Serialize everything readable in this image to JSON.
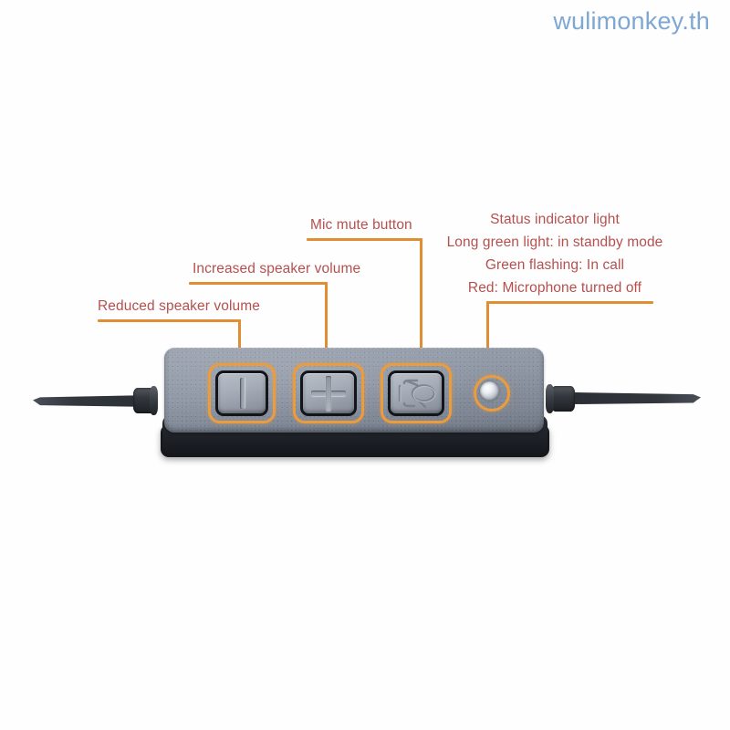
{
  "watermark": {
    "text": "wulimonkey.th",
    "color": "#7ea7d4"
  },
  "colors": {
    "annotation_text": "#b5504e",
    "leader_line": "#e08d33",
    "highlight_ring": "#eb9c3c",
    "module_face": "#8e96a4",
    "module_body_dark": "#22262c",
    "background": "#ffffff"
  },
  "annotations": [
    {
      "id": "reduced-speaker-volume",
      "label": "Reduced speaker volume",
      "target": "volume-down-button"
    },
    {
      "id": "increased-speaker-volume",
      "label": "Increased speaker volume",
      "target": "volume-up-button"
    },
    {
      "id": "mic-mute-button",
      "label": "Mic mute button",
      "target": "mic-mute-button"
    }
  ],
  "status_indicator": {
    "title": "Status indicator light",
    "lines": [
      "Long green light: in standby mode",
      "Green flashing: In call",
      "Red: Microphone turned off"
    ],
    "target": "status-led"
  },
  "device": {
    "name": "Headset inline control module",
    "buttons": [
      {
        "id": "volume-down-button",
        "icon": "vertical-bar-icon",
        "meaning": "Reduced speaker volume"
      },
      {
        "id": "volume-up-button",
        "icon": "plus-icon",
        "meaning": "Increased speaker volume"
      },
      {
        "id": "mic-mute-button",
        "icon": "mic-mute-icon",
        "meaning": "Mic mute button"
      }
    ],
    "led": {
      "id": "status-led",
      "icon": "led-indicator-icon",
      "state": "off"
    },
    "cables": [
      {
        "id": "cable-left",
        "icon": "cable-icon"
      },
      {
        "id": "cable-right",
        "icon": "cable-icon"
      }
    ]
  }
}
